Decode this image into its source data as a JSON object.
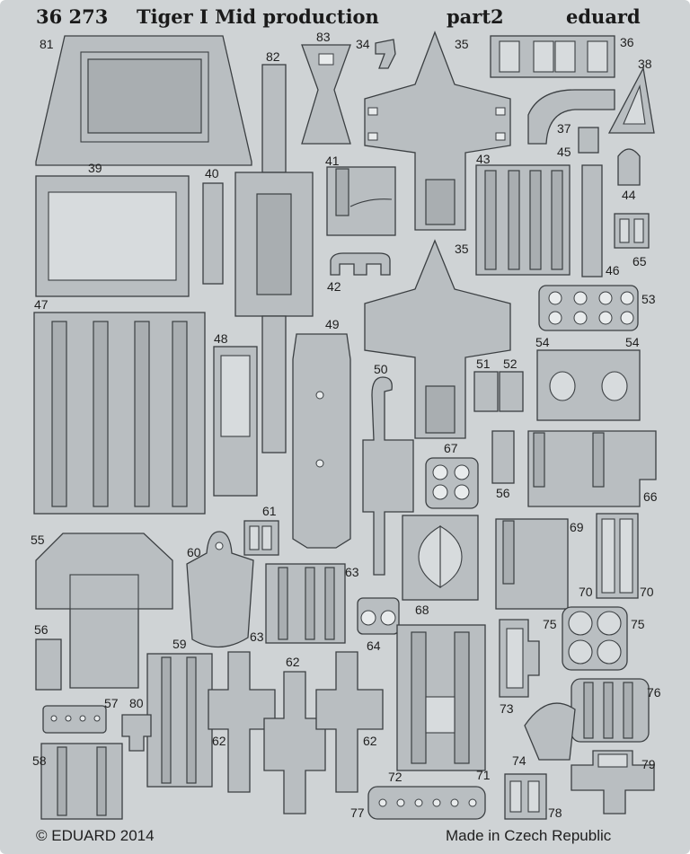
{
  "header": {
    "catalog": "36 273",
    "title": "Tiger I Mid production",
    "part": "part2",
    "brand": "eduard"
  },
  "footer": {
    "copyright": "© EDUARD 2014",
    "origin": "Made in Czech Republic"
  },
  "labels": [
    "81",
    "83",
    "34",
    "35",
    "36",
    "38",
    "82",
    "37",
    "45",
    "39",
    "40",
    "41",
    "43",
    "44",
    "35",
    "65",
    "42",
    "53",
    "47",
    "48",
    "49",
    "54",
    "54",
    "50",
    "51",
    "52",
    "46",
    "67",
    "56",
    "66",
    "55",
    "61",
    "69",
    "60",
    "63",
    "56",
    "64",
    "68",
    "70",
    "70",
    "75",
    "75",
    "59",
    "62",
    "73",
    "76",
    "57",
    "80",
    "62",
    "62",
    "63",
    "58",
    "74",
    "79",
    "72",
    "71",
    "77",
    "78"
  ],
  "colors": {
    "fret": "#cfd3d5",
    "part": "#b9bec1",
    "outline": "#3b3f42"
  }
}
